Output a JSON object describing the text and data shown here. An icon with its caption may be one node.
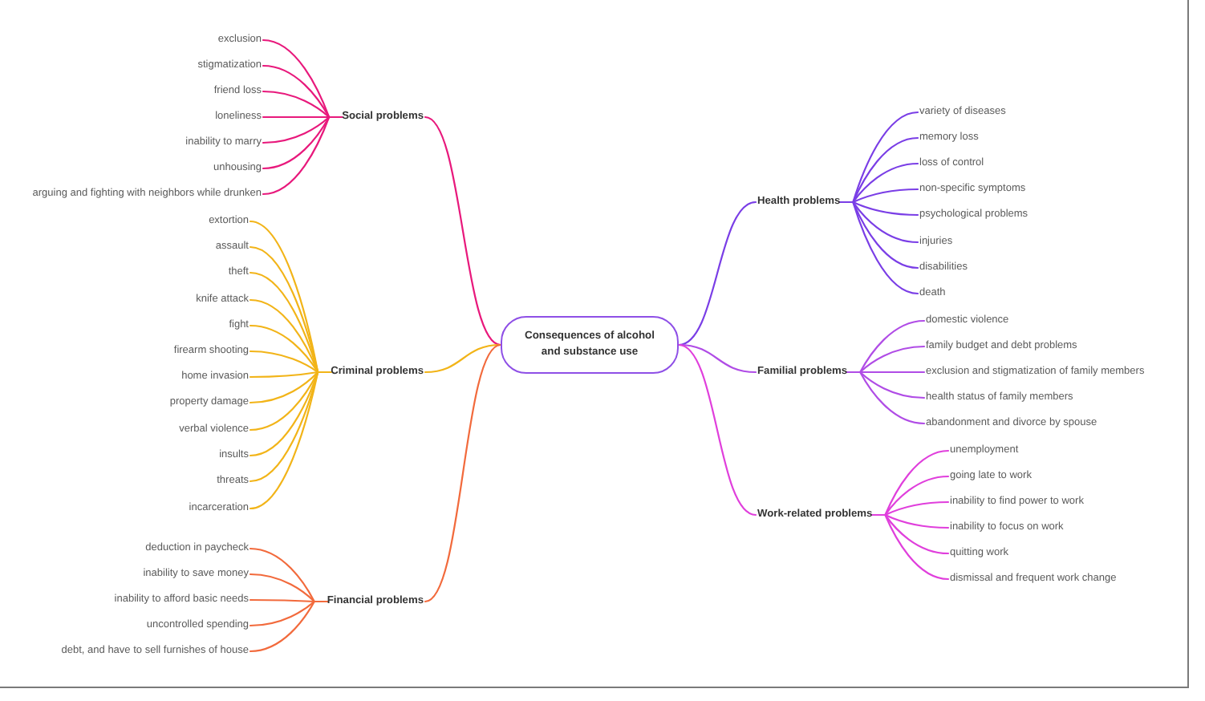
{
  "diagram": {
    "nodes": [
      {
        "text": [
          "Consequences of alcohol and substance use"
        ]
      },
      {
        "text": [
          "Social problems"
        ]
      },
      {
        "text": [
          "exclusion"
        ]
      },
      {
        "text": [
          "stigmatization"
        ]
      },
      {
        "text": [
          "friend loss"
        ]
      },
      {
        "text": [
          "loneliness"
        ]
      },
      {
        "text": [
          "inability to marry"
        ]
      },
      {
        "text": [
          "unhousing"
        ]
      },
      {
        "text": [
          "arguing and fighting with neighbors while drunken"
        ]
      },
      {
        "text": [
          "Criminal problems"
        ]
      },
      {
        "text": [
          "extortion"
        ]
      },
      {
        "text": [
          "assault"
        ]
      },
      {
        "text": [
          "theft"
        ]
      },
      {
        "text": [
          "knife attack"
        ]
      },
      {
        "text": [
          "fight"
        ]
      },
      {
        "text": [
          "firearm shooting"
        ]
      },
      {
        "text": [
          "home invasion"
        ]
      },
      {
        "text": [
          "property damage"
        ]
      },
      {
        "text": [
          "verbal violence"
        ]
      },
      {
        "text": [
          "insults"
        ]
      },
      {
        "text": [
          "threats"
        ]
      },
      {
        "text": [
          "incarceration"
        ]
      },
      {
        "text": [
          "Financial problems"
        ]
      },
      {
        "text": [
          "deduction in paycheck"
        ]
      },
      {
        "text": [
          "inability to save money"
        ]
      },
      {
        "text": [
          "inability to afford basic needs"
        ]
      },
      {
        "text": [
          "uncontrolled spending"
        ]
      },
      {
        "text": [
          "debt, and have to sell furnishes of house"
        ]
      },
      {
        "text": [
          "Health problems"
        ]
      },
      {
        "text": [
          "variety of diseases"
        ]
      },
      {
        "text": [
          "memory loss"
        ]
      },
      {
        "text": [
          "loss of control"
        ]
      },
      {
        "text": [
          "non-specific symptoms"
        ]
      },
      {
        "text": [
          "psychological problems"
        ]
      },
      {
        "text": [
          "injuries"
        ]
      },
      {
        "text": [
          "disabilities"
        ]
      },
      {
        "text": [
          "death"
        ]
      },
      {
        "text": [
          "Familial problems"
        ]
      },
      {
        "text": [
          "domestic violence"
        ]
      },
      {
        "text": [
          "family budget and debt problems"
        ]
      },
      {
        "text": [
          "exclusion and stigmatization of family members"
        ]
      },
      {
        "text": [
          "health status of family members"
        ]
      },
      {
        "text": [
          "abandonment and divorce by spouse"
        ]
      },
      {
        "text": [
          "Work-related problems"
        ]
      },
      {
        "text": [
          "unemployment"
        ]
      },
      {
        "text": [
          "going late to work"
        ]
      },
      {
        "text": [
          "inability to find power to work"
        ]
      },
      {
        "text": [
          "inability to focus on work"
        ]
      },
      {
        "text": [
          "quitting work"
        ]
      },
      {
        "text": [
          "dismissal and frequent work change"
        ]
      }
    ],
    "edges": [
      {
        "from": 0,
        "to": 1,
        "arrow": "none",
        "color": "#e8197c"
      },
      {
        "from": 0,
        "to": 9,
        "arrow": "none",
        "color": "#f2b418"
      },
      {
        "from": 0,
        "to": 22,
        "arrow": "none",
        "color": "#f26a3c"
      },
      {
        "from": 0,
        "to": 28,
        "arrow": "none",
        "color": "#7a3ee6"
      },
      {
        "from": 0,
        "to": 37,
        "arrow": "none",
        "color": "#b04ce6"
      },
      {
        "from": 0,
        "to": 43,
        "arrow": "none",
        "color": "#e03fdc"
      },
      {
        "from": 1,
        "to": 2,
        "arrow": "none",
        "color": "#e8197c"
      },
      {
        "from": 1,
        "to": 3,
        "arrow": "none",
        "color": "#e8197c"
      },
      {
        "from": 1,
        "to": 4,
        "arrow": "none",
        "color": "#e8197c"
      },
      {
        "from": 1,
        "to": 5,
        "arrow": "none",
        "color": "#e8197c"
      },
      {
        "from": 1,
        "to": 6,
        "arrow": "none",
        "color": "#e8197c"
      },
      {
        "from": 1,
        "to": 7,
        "arrow": "none",
        "color": "#e8197c"
      },
      {
        "from": 1,
        "to": 8,
        "arrow": "none",
        "color": "#e8197c"
      },
      {
        "from": 9,
        "to": 10,
        "arrow": "none",
        "color": "#f2b418"
      },
      {
        "from": 9,
        "to": 11,
        "arrow": "none",
        "color": "#f2b418"
      },
      {
        "from": 9,
        "to": 12,
        "arrow": "none",
        "color": "#f2b418"
      },
      {
        "from": 9,
        "to": 13,
        "arrow": "none",
        "color": "#f2b418"
      },
      {
        "from": 9,
        "to": 14,
        "arrow": "none",
        "color": "#f2b418"
      },
      {
        "from": 9,
        "to": 15,
        "arrow": "none",
        "color": "#f2b418"
      },
      {
        "from": 9,
        "to": 16,
        "arrow": "none",
        "color": "#f2b418"
      },
      {
        "from": 9,
        "to": 17,
        "arrow": "none",
        "color": "#f2b418"
      },
      {
        "from": 9,
        "to": 18,
        "arrow": "none",
        "color": "#f2b418"
      },
      {
        "from": 9,
        "to": 19,
        "arrow": "none",
        "color": "#f2b418"
      },
      {
        "from": 9,
        "to": 20,
        "arrow": "none",
        "color": "#f2b418"
      },
      {
        "from": 9,
        "to": 21,
        "arrow": "none",
        "color": "#f2b418"
      },
      {
        "from": 22,
        "to": 23,
        "arrow": "none",
        "color": "#f26a3c"
      },
      {
        "from": 22,
        "to": 24,
        "arrow": "none",
        "color": "#f26a3c"
      },
      {
        "from": 22,
        "to": 25,
        "arrow": "none",
        "color": "#f26a3c"
      },
      {
        "from": 22,
        "to": 26,
        "arrow": "none",
        "color": "#f26a3c"
      },
      {
        "from": 22,
        "to": 27,
        "arrow": "none",
        "color": "#f26a3c"
      },
      {
        "from": 28,
        "to": 29,
        "arrow": "none",
        "color": "#7a3ee6"
      },
      {
        "from": 28,
        "to": 30,
        "arrow": "none",
        "color": "#7a3ee6"
      },
      {
        "from": 28,
        "to": 31,
        "arrow": "none",
        "color": "#7a3ee6"
      },
      {
        "from": 28,
        "to": 32,
        "arrow": "none",
        "color": "#7a3ee6"
      },
      {
        "from": 28,
        "to": 33,
        "arrow": "none",
        "color": "#7a3ee6"
      },
      {
        "from": 28,
        "to": 34,
        "arrow": "none",
        "color": "#7a3ee6"
      },
      {
        "from": 28,
        "to": 35,
        "arrow": "none",
        "color": "#7a3ee6"
      },
      {
        "from": 28,
        "to": 36,
        "arrow": "none",
        "color": "#7a3ee6"
      },
      {
        "from": 37,
        "to": 38,
        "arrow": "none",
        "color": "#b04ce6"
      },
      {
        "from": 37,
        "to": 39,
        "arrow": "none",
        "color": "#b04ce6"
      },
      {
        "from": 37,
        "to": 40,
        "arrow": "none",
        "color": "#b04ce6"
      },
      {
        "from": 37,
        "to": 41,
        "arrow": "none",
        "color": "#b04ce6"
      },
      {
        "from": 37,
        "to": 42,
        "arrow": "none",
        "color": "#b04ce6"
      },
      {
        "from": 43,
        "to": 44,
        "arrow": "none",
        "color": "#e03fdc"
      },
      {
        "from": 43,
        "to": 45,
        "arrow": "none",
        "color": "#e03fdc"
      },
      {
        "from": 43,
        "to": 46,
        "arrow": "none",
        "color": "#e03fdc"
      },
      {
        "from": 43,
        "to": 47,
        "arrow": "none",
        "color": "#e03fdc"
      },
      {
        "from": 43,
        "to": 48,
        "arrow": "none",
        "color": "#e03fdc"
      },
      {
        "from": 43,
        "to": 49,
        "arrow": "none",
        "color": "#e03fdc"
      }
    ]
  }
}
